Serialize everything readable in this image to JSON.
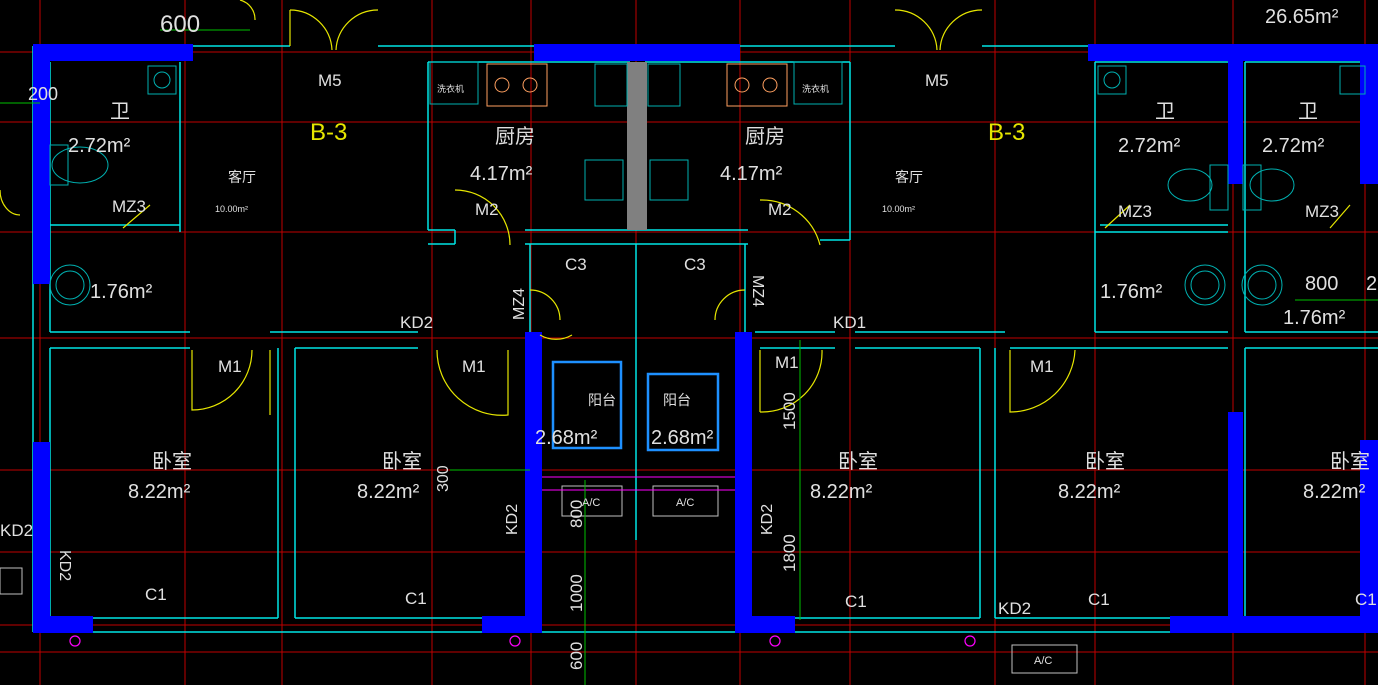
{
  "colors": {
    "background": "#000000",
    "axis": "#c00000",
    "wall_outline": "#00e5e5",
    "wall_fill": "#0000ff",
    "door": "#e6e600",
    "dim": "#00c000",
    "text": "#e0e0e0",
    "yellow_text": "#e6e600",
    "magenta": "#ff00ff",
    "balcony_box": "#1e90ff",
    "fixture": "#00b0b0",
    "stove": "#ffa060"
  },
  "labels": {
    "dim_600_top": "600",
    "area_total": "26.65m²",
    "dim_200": "200",
    "wc_a": "卫",
    "wc_a_area": "2.72m²",
    "mz3_a": "MZ3",
    "wash_a_area": "1.76m²",
    "m5_a": "M5",
    "unit_a": "B-3",
    "living_a": "客厅",
    "living_a_area": "10.00m²",
    "washer_a": "洗衣机",
    "kitchen_a": "厨房",
    "kitchen_a_area": "4.17m²",
    "m2_a": "M2",
    "c3_a": "C3",
    "mz4_a": "MZ4",
    "kd2_a": "KD2",
    "m1_a": "M1",
    "m1_b": "M1",
    "bed_a": "卧室",
    "bed_a_area": "8.22m²",
    "bed_b": "卧室",
    "bed_b_area": "8.22m²",
    "dim_300": "300",
    "kd2_b": "KD2",
    "kd2_left": "KD2",
    "kd2_left_v": "KD2",
    "c1_a": "C1",
    "c1_b": "C1",
    "balcony_a": "阳台",
    "balcony_a_area": "2.68m²",
    "balcony_b": "阳台",
    "balcony_b_area": "2.68m²",
    "ac_a": "A/C",
    "ac_b": "A/C",
    "ac_c": "A/C",
    "dim_800": "800",
    "dim_1000": "1000",
    "dim_600_bottom": "600",
    "kitchen_b": "厨房",
    "kitchen_b_area": "4.17m²",
    "m2_b": "M2",
    "c3_b": "C3",
    "mz4_b": "MZ4",
    "washer_b": "洗衣机",
    "m5_b": "M5",
    "unit_b": "B-3",
    "living_b": "客厅",
    "living_b_area": "10.00m²",
    "kd1": "KD1",
    "m1_c": "M1",
    "dim_1500": "1500",
    "bed_c": "卧室",
    "bed_c_area": "8.22m²",
    "kd2_c": "KD2",
    "dim_1800": "1800",
    "c1_c": "C1",
    "wc_b": "卫",
    "wc_b_area": "2.72m²",
    "mz3_b": "MZ3",
    "wash_b_area": "1.76m²",
    "m1_d": "M1",
    "bed_d": "卧室",
    "bed_d_area": "8.22m²",
    "c1_d": "C1",
    "kd2_d": "KD2",
    "wc_c": "卫",
    "wc_c_area": "2.72m²",
    "mz3_c": "MZ3",
    "dim_800_right": "800",
    "dim_2_right": "2",
    "wash_c_area": "1.76m²",
    "bed_e": "卧室",
    "bed_e_area": "8.22m²",
    "c1_e": "C1"
  }
}
